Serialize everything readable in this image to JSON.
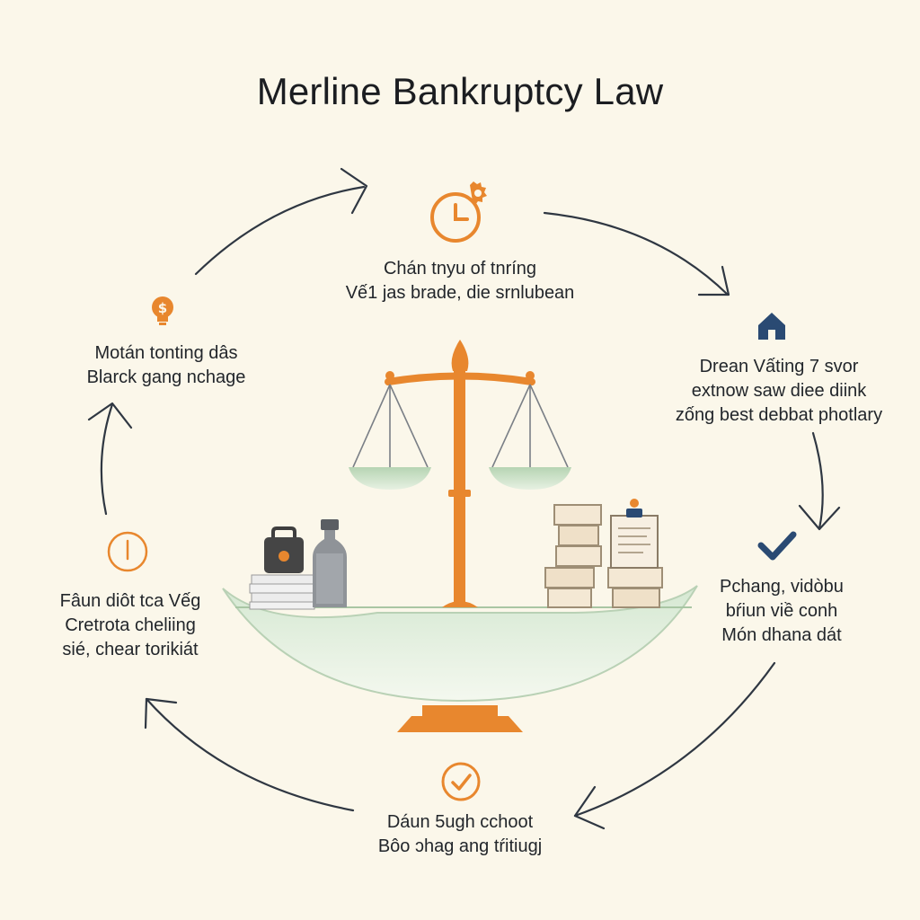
{
  "title": "Merline Bankruptcy Law",
  "colors": {
    "accent_orange": "#e8872e",
    "navy": "#2a4a73",
    "arrow": "#2f3742",
    "bowl_green": "#cfe4cc",
    "background": "#fbf7ea"
  },
  "nodes": [
    {
      "id": "top",
      "icon": "clock-gear-icon",
      "lines": [
        "Chán tnyu of tnríng",
        "Vế1 jas brade, die srnlubean"
      ]
    },
    {
      "id": "right-upper",
      "icon": "house-icon",
      "lines": [
        "Drean Vấting 7 svor",
        "extnow saw diee diink",
        "zống best debbat photlary"
      ]
    },
    {
      "id": "right-lower",
      "icon": "checkmark-icon",
      "lines": [
        "Pchang, vidòbu",
        "bŕiun viề conh",
        "Món dhana dát"
      ]
    },
    {
      "id": "bottom",
      "icon": "check-circle-icon",
      "lines": [
        "Dáun 5ugh cchoot",
        "Bôo ɔhag ang tŕitiugj"
      ]
    },
    {
      "id": "left-lower",
      "icon": "alert-circle-icon",
      "lines": [
        "Fâun diôt tca Vếg",
        "Cretrota cheliing",
        "sié, chear torikiát"
      ]
    },
    {
      "id": "left-upper",
      "icon": "dollar-bulb-icon",
      "lines": [
        "Motán tonting dâs",
        "Blarck gang nchage"
      ]
    }
  ]
}
